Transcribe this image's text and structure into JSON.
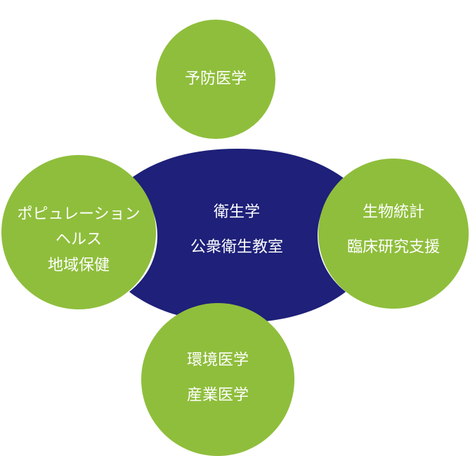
{
  "colors": {
    "center_fill": "#1e2079",
    "satellite_fill": "#8fbe3c",
    "text": "#ffffff",
    "background": "#ffffff"
  },
  "center": {
    "lines": [
      "衛生学",
      "公衆衛生教室"
    ]
  },
  "satellites": {
    "top": {
      "lines": [
        "予防医学"
      ]
    },
    "left": {
      "lines": [
        "ポピュレーション",
        "ヘルス",
        "地域保健"
      ]
    },
    "right": {
      "lines": [
        "生物統計",
        "臨床研究支援"
      ]
    },
    "bottom": {
      "lines": [
        "環境医学",
        "産業医学"
      ]
    }
  }
}
